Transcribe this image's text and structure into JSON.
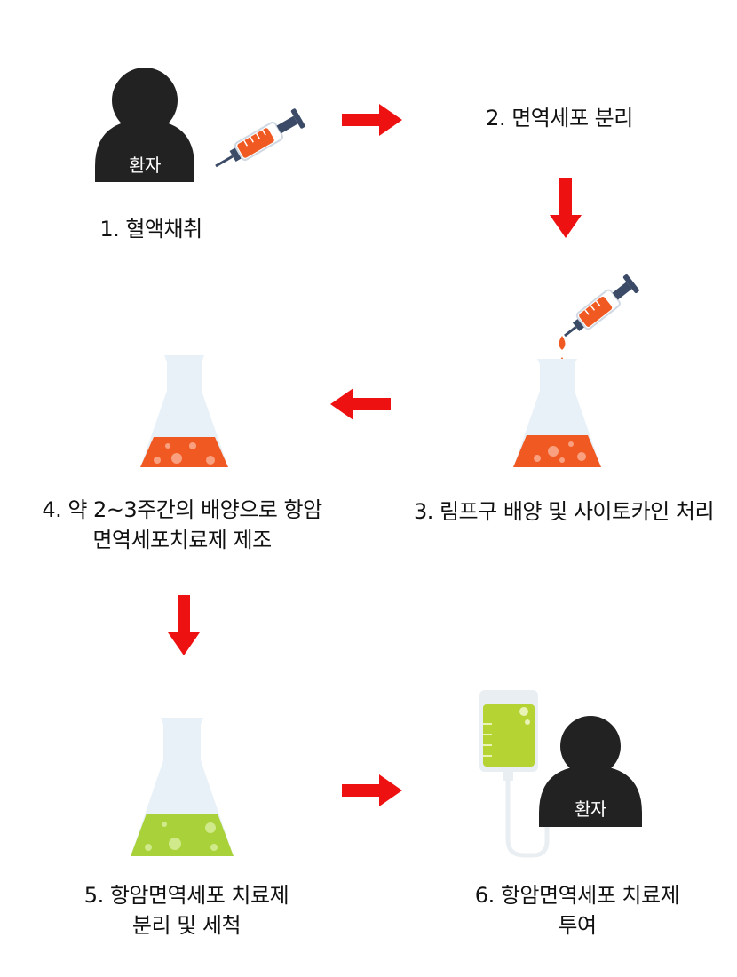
{
  "patient_label": "환자",
  "steps": [
    {
      "label": "1. 혈액채취"
    },
    {
      "label": "2. 면역세포 분리"
    },
    {
      "label": "3. 림프구 배양 및 사이토카인 처리"
    },
    {
      "label_line1": "4. 약 2~3주간의 배양으로 항암",
      "label_line2": "면역세포치료제 제조"
    },
    {
      "label_line1": "5. 항암면역세포 치료제",
      "label_line2": "분리 및 세척"
    },
    {
      "label_line1": "6. 항암면역세포 치료제",
      "label_line2": "투여"
    }
  ],
  "colors": {
    "arrow": "#ee1111",
    "person": "#222222",
    "orange_liquid": "#f05a22",
    "green_liquid": "#a9d23a",
    "glass": "#e9f1f8",
    "syringe_body": "#3b4a66"
  }
}
